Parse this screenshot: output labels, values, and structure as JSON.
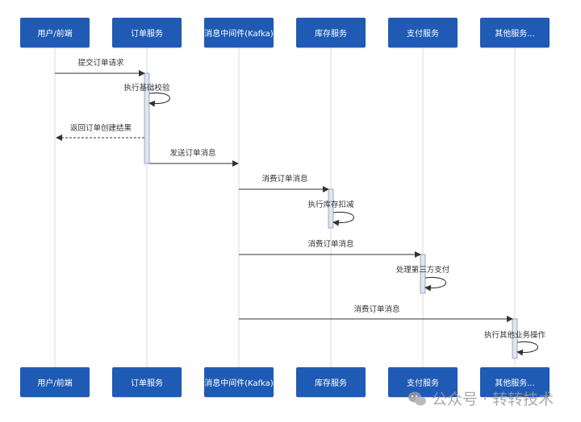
{
  "actors": [
    {
      "id": "user",
      "label": "用户/前端"
    },
    {
      "id": "order",
      "label": "订单服务"
    },
    {
      "id": "mq",
      "label": "消息中间件(Kafka)"
    },
    {
      "id": "inventory",
      "label": "库存服务"
    },
    {
      "id": "payment",
      "label": "支付服务"
    },
    {
      "id": "other",
      "label": "其他服务..."
    }
  ],
  "messages": [
    {
      "from": 0,
      "to": 1,
      "label": "提交订单请求",
      "type": "sync"
    },
    {
      "from": 1,
      "to": 1,
      "label": "执行基础校验",
      "type": "self"
    },
    {
      "from": 1,
      "to": 0,
      "label": "返回订单创建结果",
      "type": "return"
    },
    {
      "from": 1,
      "to": 2,
      "label": "发送订单消息",
      "type": "sync"
    },
    {
      "from": 2,
      "to": 3,
      "label": "消费订单消息",
      "type": "sync"
    },
    {
      "from": 3,
      "to": 3,
      "label": "执行库存扣减",
      "type": "self"
    },
    {
      "from": 2,
      "to": 4,
      "label": "消费订单消息",
      "type": "sync"
    },
    {
      "from": 4,
      "to": 4,
      "label": "处理第三方支付",
      "type": "self"
    },
    {
      "from": 2,
      "to": 5,
      "label": "消费订单消息",
      "type": "sync"
    },
    {
      "from": 5,
      "to": 5,
      "label": "执行其他业务操作",
      "type": "self"
    }
  ],
  "colors": {
    "actor_fill": "#1f5bb5",
    "activation_fill": "#dde6f3",
    "line": "#333333",
    "lifeline": "#d5d9de"
  },
  "watermark": {
    "text": "公众号 · 转转技术",
    "icon": "wechat-icon"
  }
}
